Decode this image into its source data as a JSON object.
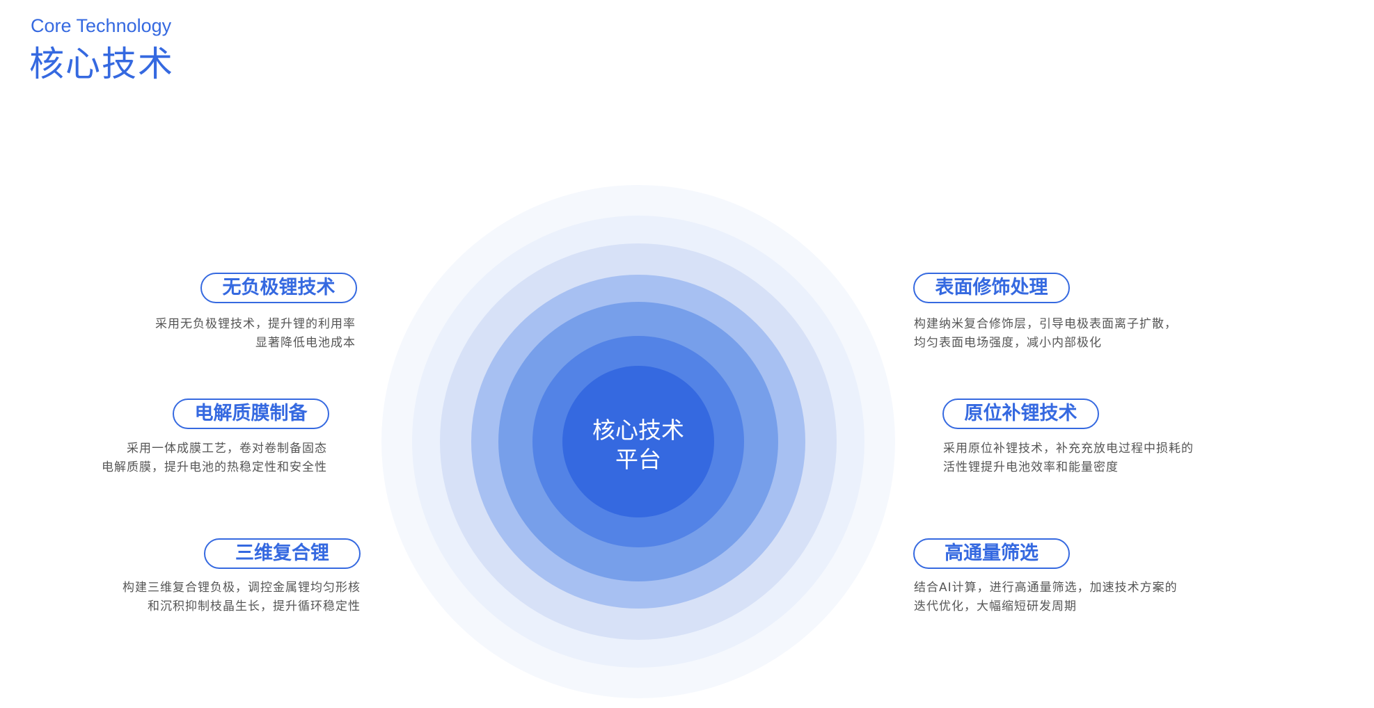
{
  "header": {
    "title_en": "Core Technology",
    "title_cn": "核心技术"
  },
  "center": {
    "line1": "核心技术",
    "line2": "平台"
  },
  "colors": {
    "accent": "#3569e0",
    "rings": [
      "#f5f8fd",
      "#ebf1fc",
      "#d7e1f7",
      "#a7c0f2",
      "#779fea",
      "#5383e6",
      "#3569e0"
    ]
  },
  "items": [
    {
      "title": "无负极锂技术",
      "desc1": "采用无负极锂技术，提升锂的利用率",
      "desc2": "显著降低电池成本"
    },
    {
      "title": "电解质膜制备",
      "desc1": "采用一体成膜工艺，卷对卷制备固态",
      "desc2": "电解质膜，提升电池的热稳定性和安全性"
    },
    {
      "title": "三维复合锂",
      "desc1": "构建三维复合锂负极，调控金属锂均匀形核",
      "desc2": "和沉积抑制枝晶生长，提升循环稳定性"
    },
    {
      "title": "表面修饰处理",
      "desc1": "构建纳米复合修饰层，引导电极表面离子扩散，",
      "desc2": "均匀表面电场强度，减小内部极化"
    },
    {
      "title": "原位补锂技术",
      "desc1": "采用原位补锂技术，补充充放电过程中损耗的",
      "desc2": "活性锂提升电池效率和能量密度"
    },
    {
      "title": "高通量筛选",
      "desc1": "结合AI计算，进行高通量筛选，加速技术方案的",
      "desc2": "迭代优化，大幅缩短研发周期"
    }
  ]
}
